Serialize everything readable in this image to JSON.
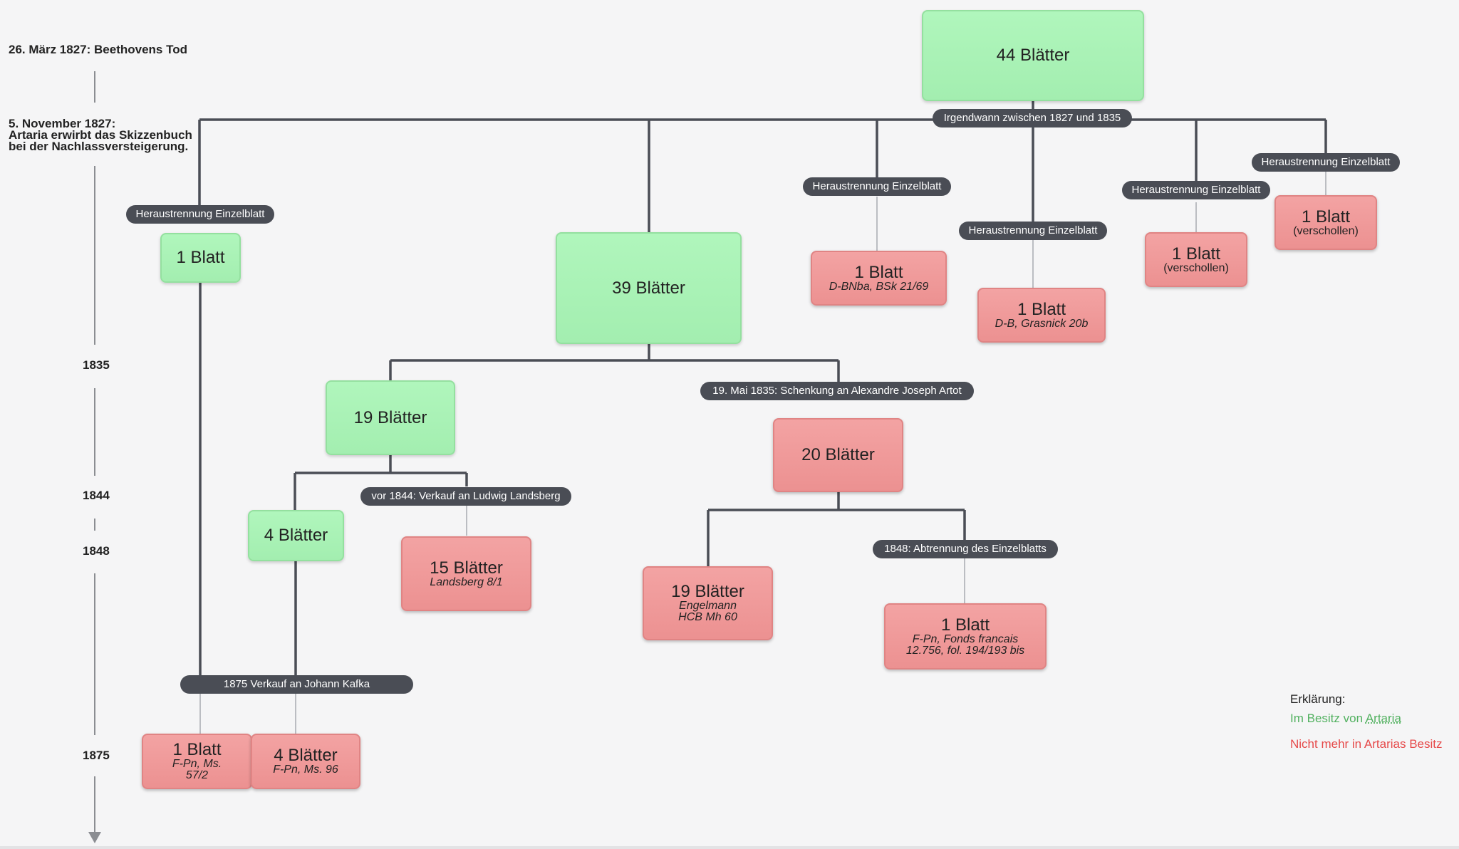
{
  "timeline": {
    "event1": "26. März 1827: Beethovens Tod",
    "event2_line1": "5. November 1827:",
    "event2_line2": "Artaria erwirbt das Skizzenbuch",
    "event2_line3": "bei der Nachlassversteigerung.",
    "year1835": "1835",
    "year1844": "1844",
    "year1848": "1848",
    "year1875": "1875"
  },
  "nodes": {
    "root": {
      "title": "44 Blätter"
    },
    "single_left": {
      "title": "1 Blatt"
    },
    "b39": {
      "title": "39 Blätter"
    },
    "bnba": {
      "title": "1 Blatt",
      "sub": "D-BNba, BSk 21/69"
    },
    "grasnick": {
      "title": "1 Blatt",
      "sub": "D-B, Grasnick 20b"
    },
    "lost1": {
      "title": "1 Blatt",
      "sub": "(verschollen)"
    },
    "lost2": {
      "title": "1 Blatt",
      "sub": "(verschollen)"
    },
    "b19": {
      "title": "19 Blätter"
    },
    "b20": {
      "title": "20 Blätter"
    },
    "b4": {
      "title": "4 Blätter"
    },
    "landsberg": {
      "title": "15 Blätter",
      "sub": "Landsberg 8/1"
    },
    "engelmann": {
      "title": "19 Blätter",
      "sub1": "Engelmann",
      "sub2": "HCB Mh 60"
    },
    "fonds": {
      "title": "1 Blatt",
      "sub1": "F-Pn, Fonds francais",
      "sub2": "12.756, fol. 194/193 bis"
    },
    "ms57": {
      "title": "1 Blatt",
      "sub1": "F-Pn, Ms.",
      "sub2": "57/2"
    },
    "ms96": {
      "title": "4 Blätter",
      "sub": "F-Pn, Ms. 96"
    }
  },
  "labels": {
    "between": "Irgendwann zwischen 1827 und 1835",
    "heraus": "Heraustrennung Einzelblatt",
    "artot": "19. Mai 1835: Schenkung an Alexandre Joseph Artot",
    "landsberg_sale": "vor 1844: Verkauf an Ludwig Landsberg",
    "abtrennung": "1848: Abtrennung des Einzelblatts",
    "kafka": "1875 Verkauf an Johann Kafka"
  },
  "legend": {
    "title": "Erklärung:",
    "green_prefix": "Im Besitz von ",
    "green_accent": "Artaria",
    "red": "Nicht mehr in Artarias Besitz",
    "green_color": "#52b160",
    "red_color": "#e64a4a"
  }
}
